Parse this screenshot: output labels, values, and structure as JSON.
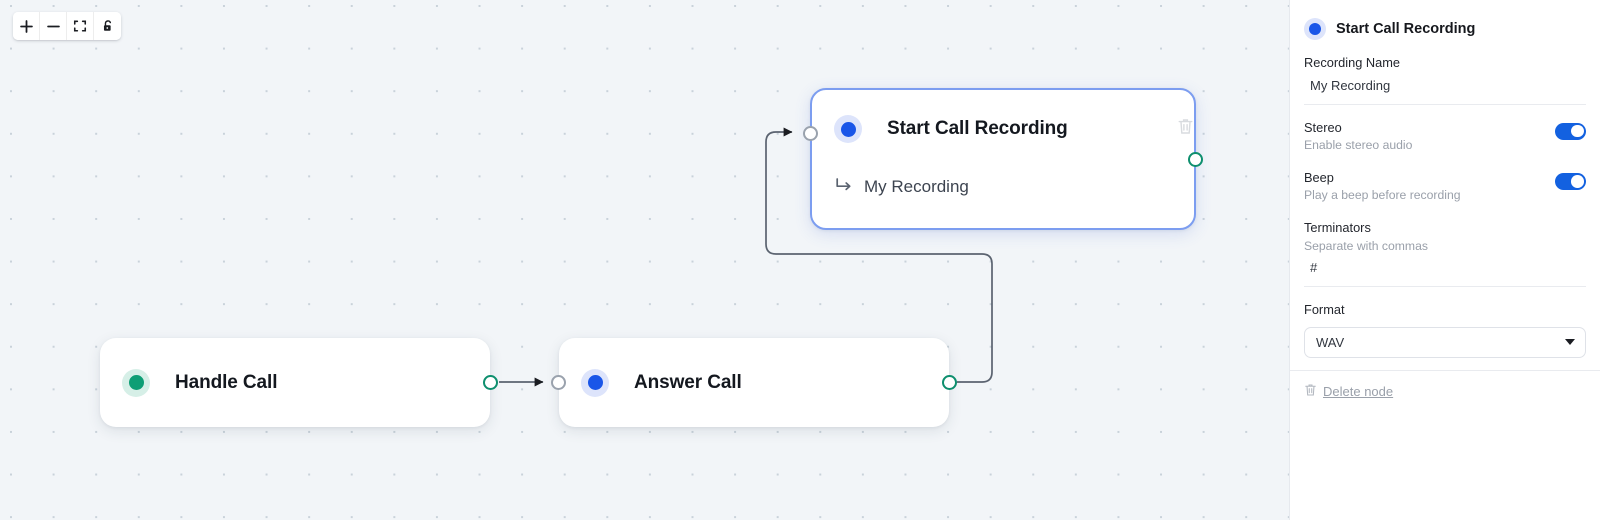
{
  "toolbar": {
    "buttons": [
      {
        "name": "zoom-in",
        "label": "+"
      },
      {
        "name": "zoom-out",
        "label": "−"
      },
      {
        "name": "fit-view",
        "label": "Fit view"
      },
      {
        "name": "toggle-interactivity",
        "label": "Unlock"
      }
    ]
  },
  "canvas": {
    "nodes": [
      {
        "id": "handle-call",
        "title": "Handle Call",
        "accent": "#0e9e75",
        "selected": false,
        "subtitle": null
      },
      {
        "id": "answer-call",
        "title": "Answer Call",
        "accent": "#1a56e8",
        "selected": false,
        "subtitle": null
      },
      {
        "id": "start-call-recording",
        "title": "Start Call Recording",
        "accent": "#1a56e8",
        "selected": true,
        "subtitle": "My Recording"
      }
    ]
  },
  "panel": {
    "title": "Start Call Recording",
    "accent": "#1a56e8",
    "recording_name": {
      "label": "Recording Name",
      "value": "My Recording"
    },
    "stereo": {
      "label": "Stereo",
      "sub": "Enable stereo audio",
      "value": "on"
    },
    "beep": {
      "label": "Beep",
      "sub": "Play a beep before recording",
      "value": "on"
    },
    "terminators": {
      "label": "Terminators",
      "sub": "Separate with commas",
      "value": "#"
    },
    "format": {
      "label": "Format",
      "value": "WAV"
    },
    "delete": {
      "label": "Delete node"
    }
  }
}
